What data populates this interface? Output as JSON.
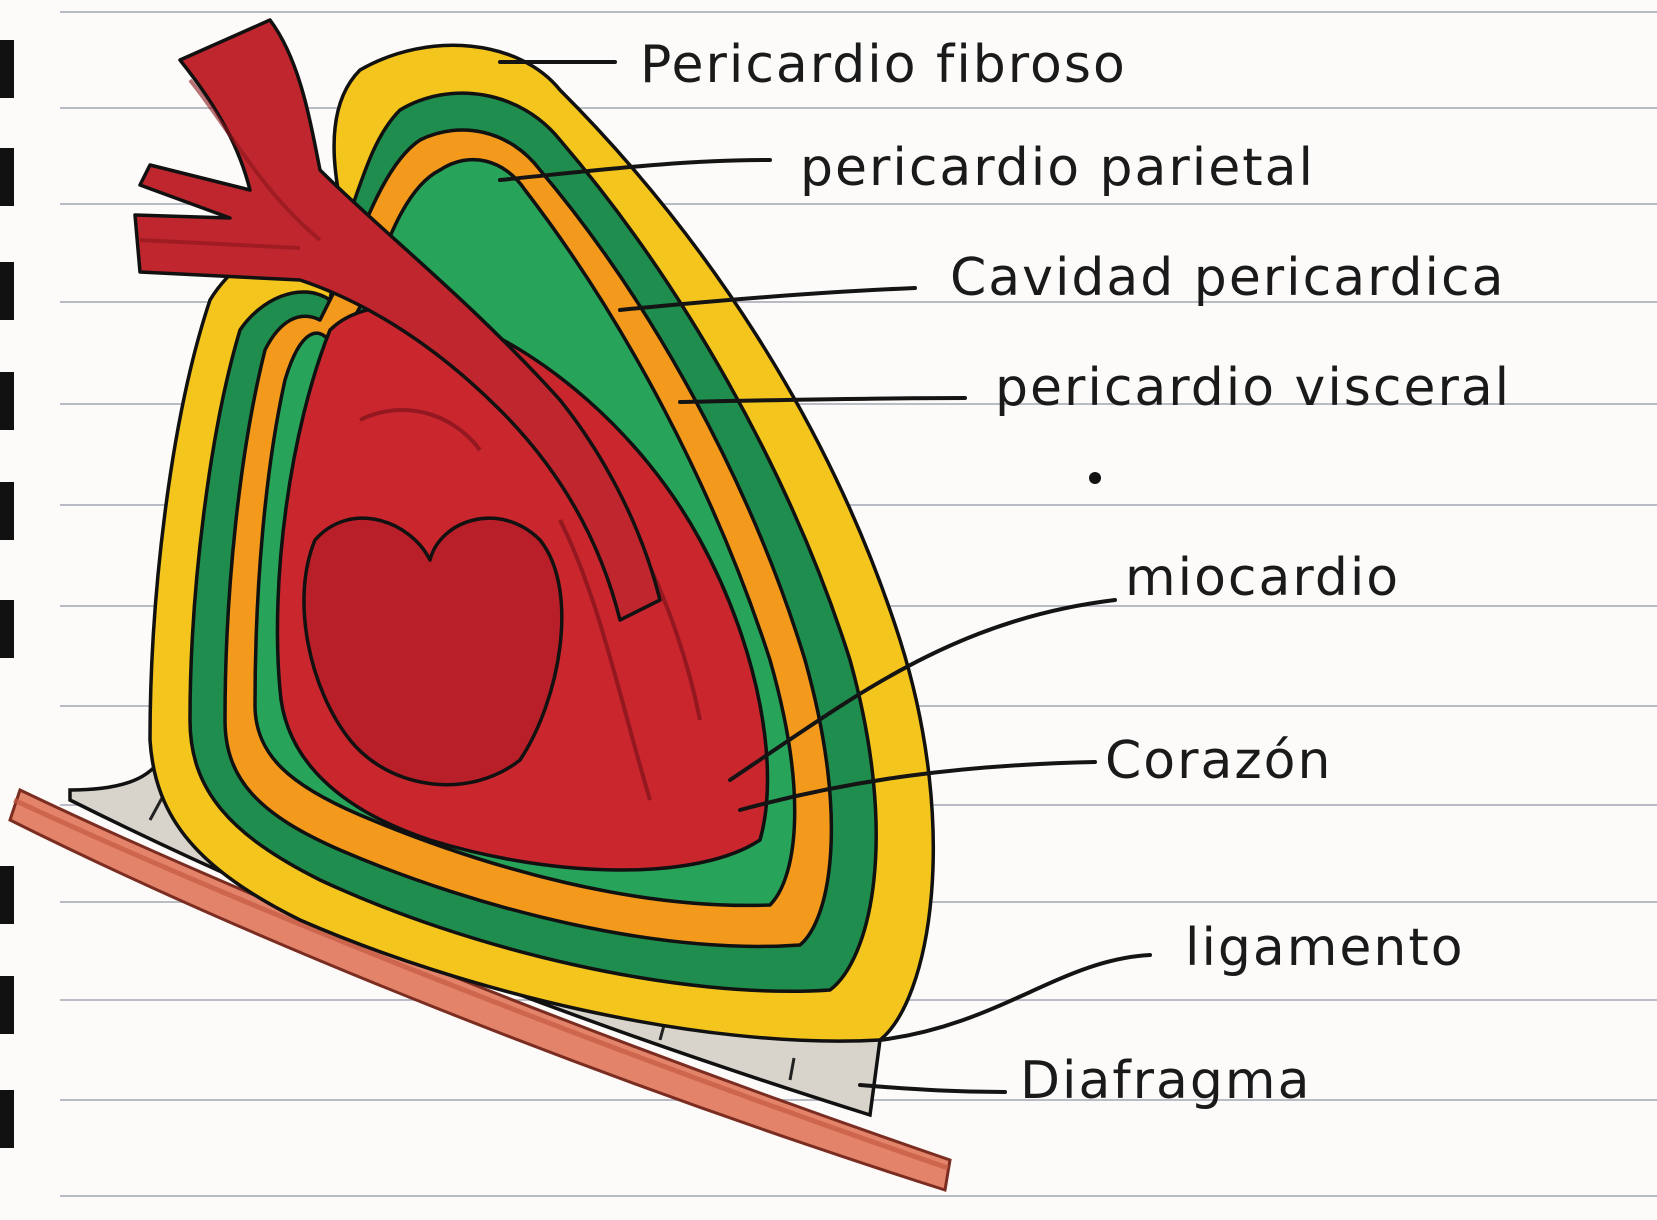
{
  "labels": {
    "pericardio_fibroso": "Pericardio fibroso",
    "pericardio_parietal": "pericardio parietal",
    "cavidad_pericardica": "Cavidad pericardica",
    "pericardio_visceral": "pericardio visceral",
    "miocardio": "miocardio",
    "corazon": "Corazón",
    "ligamento": "ligamento",
    "diafragma": "Diafragma"
  },
  "colors": {
    "paper": "#fcfbf9",
    "rule_line": "#b9bcc4",
    "binding_marks": "#111111",
    "heart": "#c8262d",
    "heart_dark": "#9e1a22",
    "vessel": "#c0262e",
    "fibrous_layer": "#f2c21b",
    "parietal_layer": "#1e8f4e",
    "cavity_layer": "#f29a1e",
    "visceral_layer": "#2aa55c",
    "diaphragm": "#e07f66",
    "ligament_base": "#d9d6cf"
  },
  "icons": {
    "binding": "notebook-binding-marks",
    "dot": "pen-dot"
  }
}
